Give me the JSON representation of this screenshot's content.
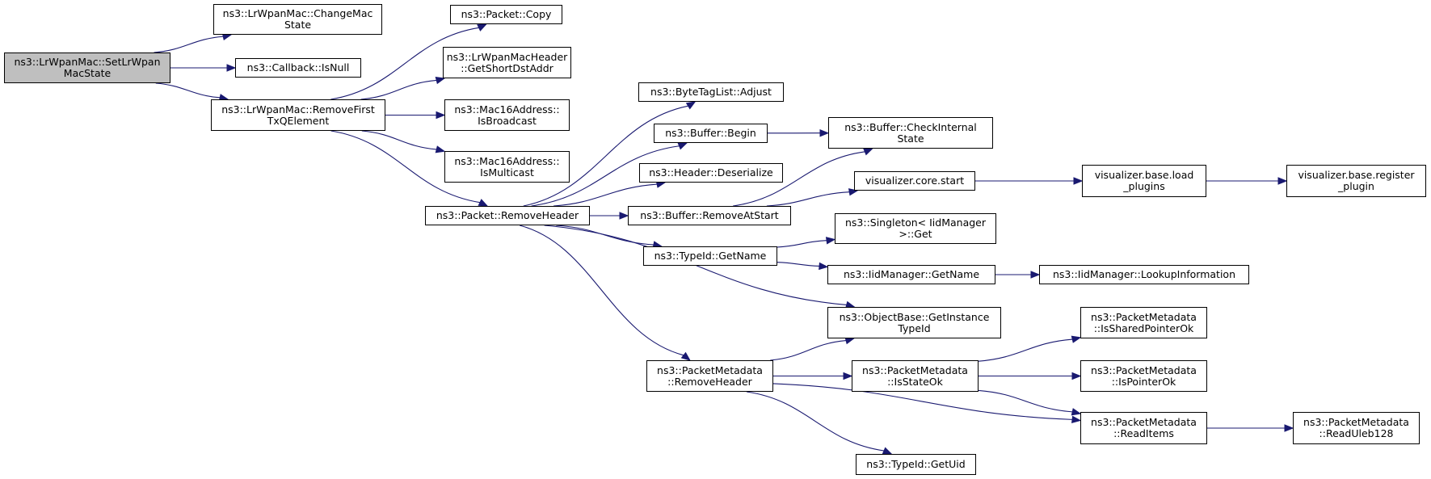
{
  "colors": {
    "edge": "#191970",
    "root_fill": "#bfbfbf",
    "node_fill": "#ffffff",
    "border": "#000000"
  },
  "nodes": [
    {
      "id": "setlrwpanmacstate",
      "lines": [
        "ns3::LrWpanMac::SetLrWpan",
        "MacState"
      ],
      "root": true
    },
    {
      "id": "changemacstate",
      "lines": [
        "ns3::LrWpanMac::ChangeMac",
        "State"
      ]
    },
    {
      "id": "callback-isnull",
      "lines": [
        "ns3::Callback::IsNull"
      ]
    },
    {
      "id": "removefirsttxqelement",
      "lines": [
        "ns3::LrWpanMac::RemoveFirst",
        "TxQElement"
      ]
    },
    {
      "id": "packet-copy",
      "lines": [
        "ns3::Packet::Copy"
      ]
    },
    {
      "id": "getshortdstaddr",
      "lines": [
        "ns3::LrWpanMacHeader",
        "::GetShortDstAddr"
      ]
    },
    {
      "id": "isbroadcast",
      "lines": [
        "ns3::Mac16Address::",
        "IsBroadcast"
      ]
    },
    {
      "id": "ismulticast",
      "lines": [
        "ns3::Mac16Address::",
        "IsMulticast"
      ]
    },
    {
      "id": "packet-removeheader",
      "lines": [
        "ns3::Packet::RemoveHeader"
      ]
    },
    {
      "id": "bytetaglist-adjust",
      "lines": [
        "ns3::ByteTagList::Adjust"
      ]
    },
    {
      "id": "buffer-begin",
      "lines": [
        "ns3::Buffer::Begin"
      ]
    },
    {
      "id": "header-deserialize",
      "lines": [
        "ns3::Header::Deserialize"
      ]
    },
    {
      "id": "buffer-removeatstart",
      "lines": [
        "ns3::Buffer::RemoveAtStart"
      ]
    },
    {
      "id": "typeid-getname",
      "lines": [
        "ns3::TypeId::GetName"
      ]
    },
    {
      "id": "packetmetadata-removeheader",
      "lines": [
        "ns3::PacketMetadata",
        "::RemoveHeader"
      ]
    },
    {
      "id": "checkinternalstate",
      "lines": [
        "ns3::Buffer::CheckInternal",
        "State"
      ]
    },
    {
      "id": "visualizer-core-start",
      "lines": [
        "visualizer.core.start"
      ]
    },
    {
      "id": "singleton-get",
      "lines": [
        "ns3::Singleton< IidManager",
        ">::Get"
      ]
    },
    {
      "id": "iidmanager-getname",
      "lines": [
        "ns3::IidManager::GetName"
      ]
    },
    {
      "id": "getinstancetypeid",
      "lines": [
        "ns3::ObjectBase::GetInstance",
        "TypeId"
      ]
    },
    {
      "id": "isstateok",
      "lines": [
        "ns3::PacketMetadata",
        "::IsStateOk"
      ]
    },
    {
      "id": "typeid-getuid",
      "lines": [
        "ns3::TypeId::GetUid"
      ]
    },
    {
      "id": "load-plugins",
      "lines": [
        "visualizer.base.load",
        "_plugins"
      ]
    },
    {
      "id": "lookupinformation",
      "lines": [
        "ns3::IidManager::LookupInformation"
      ]
    },
    {
      "id": "issharedpointerok",
      "lines": [
        "ns3::PacketMetadata",
        "::IsSharedPointerOk"
      ]
    },
    {
      "id": "ispointerok",
      "lines": [
        "ns3::PacketMetadata",
        "::IsPointerOk"
      ]
    },
    {
      "id": "readitems",
      "lines": [
        "ns3::PacketMetadata",
        "::ReadItems"
      ]
    },
    {
      "id": "register-plugin",
      "lines": [
        "visualizer.base.register",
        "_plugin"
      ]
    },
    {
      "id": "readuleb128",
      "lines": [
        "ns3::PacketMetadata",
        "::ReadUleb128"
      ]
    }
  ],
  "edges": [
    [
      "setlrwpanmacstate",
      "changemacstate"
    ],
    [
      "setlrwpanmacstate",
      "callback-isnull"
    ],
    [
      "setlrwpanmacstate",
      "removefirsttxqelement"
    ],
    [
      "removefirsttxqelement",
      "packet-copy"
    ],
    [
      "removefirsttxqelement",
      "getshortdstaddr"
    ],
    [
      "removefirsttxqelement",
      "isbroadcast"
    ],
    [
      "removefirsttxqelement",
      "ismulticast"
    ],
    [
      "removefirsttxqelement",
      "packet-removeheader"
    ],
    [
      "packet-removeheader",
      "bytetaglist-adjust"
    ],
    [
      "packet-removeheader",
      "buffer-begin"
    ],
    [
      "packet-removeheader",
      "header-deserialize"
    ],
    [
      "packet-removeheader",
      "buffer-removeatstart"
    ],
    [
      "packet-removeheader",
      "typeid-getname"
    ],
    [
      "packet-removeheader",
      "getinstancetypeid"
    ],
    [
      "packet-removeheader",
      "packetmetadata-removeheader"
    ],
    [
      "buffer-begin",
      "checkinternalstate"
    ],
    [
      "buffer-removeatstart",
      "checkinternalstate"
    ],
    [
      "buffer-removeatstart",
      "visualizer-core-start"
    ],
    [
      "visualizer-core-start",
      "load-plugins"
    ],
    [
      "load-plugins",
      "register-plugin"
    ],
    [
      "typeid-getname",
      "singleton-get"
    ],
    [
      "typeid-getname",
      "iidmanager-getname"
    ],
    [
      "iidmanager-getname",
      "lookupinformation"
    ],
    [
      "packetmetadata-removeheader",
      "getinstancetypeid"
    ],
    [
      "packetmetadata-removeheader",
      "isstateok"
    ],
    [
      "packetmetadata-removeheader",
      "readitems"
    ],
    [
      "packetmetadata-removeheader",
      "typeid-getuid"
    ],
    [
      "isstateok",
      "issharedpointerok"
    ],
    [
      "isstateok",
      "ispointerok"
    ],
    [
      "isstateok",
      "readitems"
    ],
    [
      "readitems",
      "readuleb128"
    ]
  ]
}
